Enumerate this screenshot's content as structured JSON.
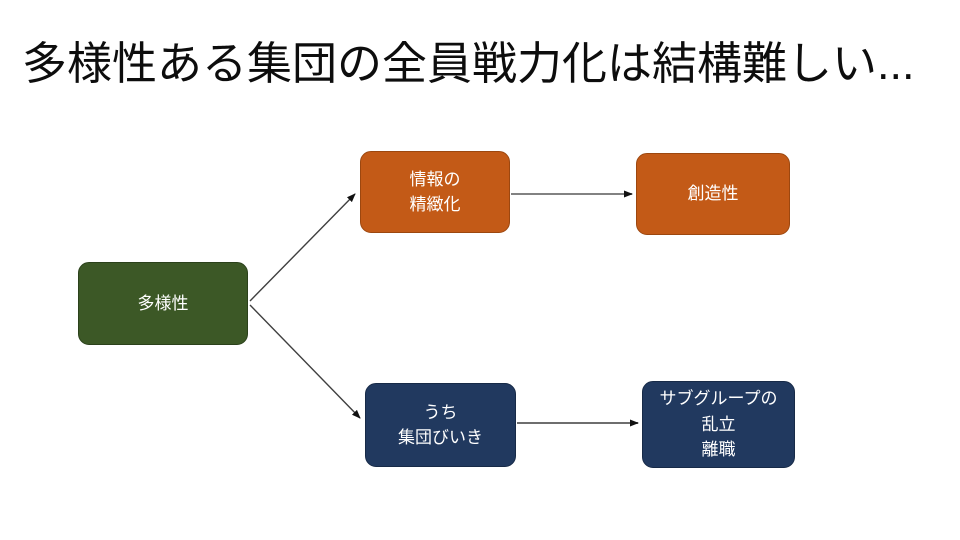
{
  "slide": {
    "title": "多様性ある集団の全員戦力化は結構難しい...",
    "title_color": "#0D0D0D",
    "background_color": "#FFFFFF"
  },
  "diagram": {
    "nodes": [
      {
        "id": "diversity",
        "label": "多様性",
        "fill": "#3C5826",
        "border": "#2B411B",
        "text_color": "#FFFFFF"
      },
      {
        "id": "elaboration",
        "label": "情報の\n精緻化",
        "fill": "#C35A17",
        "border": "#9C470F",
        "text_color": "#FFFFFF"
      },
      {
        "id": "creativity",
        "label": "創造性",
        "fill": "#C35A17",
        "border": "#9C470F",
        "text_color": "#FFFFFF"
      },
      {
        "id": "ingroup",
        "label": "うち\n集団びいき",
        "fill": "#21395F",
        "border": "#172A47",
        "text_color": "#FFFFFF"
      },
      {
        "id": "subgroup",
        "label": "サブグループの\n乱立\n離職",
        "fill": "#21395F",
        "border": "#172A47",
        "text_color": "#FFFFFF"
      }
    ],
    "edges": [
      {
        "from": "diversity",
        "to": "elaboration",
        "line_color": "#3F3F3F",
        "head_color": "#111111"
      },
      {
        "from": "diversity",
        "to": "ingroup",
        "line_color": "#3F3F3F",
        "head_color": "#111111"
      },
      {
        "from": "elaboration",
        "to": "creativity",
        "line_color": "#828282",
        "head_color": "#111111"
      },
      {
        "from": "ingroup",
        "to": "subgroup",
        "line_color": "#6E6E6E",
        "head_color": "#111111"
      }
    ]
  }
}
